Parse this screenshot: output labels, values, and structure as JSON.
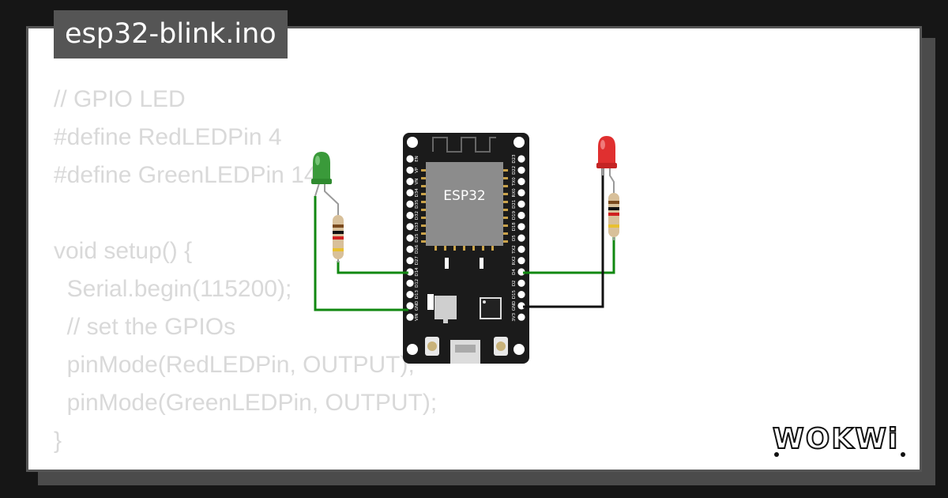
{
  "filename": "esp32-blink.ino",
  "code_lines": [
    "// GPIO LED",
    "#define RedLEDPin 4",
    "#define GreenLEDPin 14",
    "",
    "void setup() {",
    "  Serial.begin(115200);",
    "  // set the GPIOs",
    "  pinMode(RedLEDPin, OUTPUT);",
    "  pinMode(GreenLEDPin, OUTPUT);",
    "}"
  ],
  "board": {
    "chip_label": "ESP32",
    "left_pins": [
      "EN",
      "VP",
      "VN",
      "D34",
      "D35",
      "D32",
      "D33",
      "D25",
      "D26",
      "D27",
      "D14",
      "D12",
      "D13",
      "GND",
      "VIN"
    ],
    "right_pins": [
      "D23",
      "D22",
      "TX0",
      "RX0",
      "D21",
      "D19",
      "D18",
      "D5",
      "TX2",
      "RX2",
      "D4",
      "D2",
      "D15",
      "GND",
      "3V3"
    ]
  },
  "logo_text": "WOKWi",
  "colors": {
    "wire_green": "#118811",
    "wire_black": "#111111",
    "led_red": "#e03030",
    "led_green": "#3a9a3a",
    "board": "#1b1b1b"
  }
}
